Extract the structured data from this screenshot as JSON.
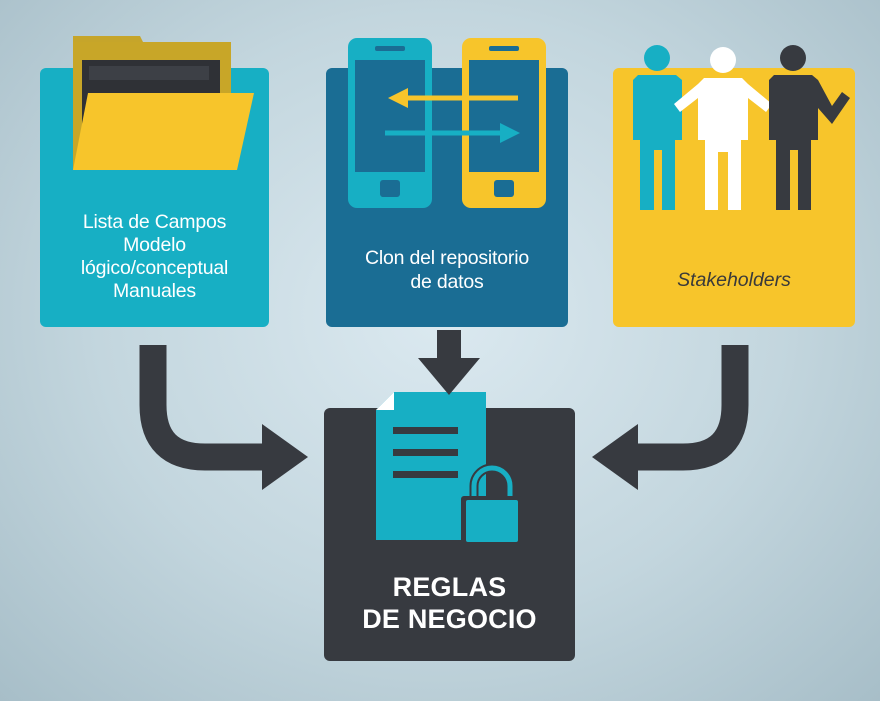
{
  "sources": {
    "fuentes": {
      "lines": [
        "Lista de Campos",
        "Modelo",
        "lógico/conceptual",
        "Manuales"
      ],
      "icon": "folder-icon",
      "color": "#17afc4"
    },
    "clon": {
      "lines": [
        "Clon del repositorio",
        "de datos"
      ],
      "icon": "phones-sync-icon",
      "color": "#1a6d94"
    },
    "stakeholders": {
      "label": "Stakeholders",
      "icon": "people-group-icon",
      "color": "#f7c52b"
    }
  },
  "target": {
    "lines": [
      "REGLAS",
      "DE NEGOCIO"
    ],
    "icon": "locked-document-icon",
    "color": "#373a40"
  },
  "colors": {
    "arrow": "#373a40",
    "teal": "#17afc4",
    "yellow": "#f7c52b",
    "white": "#ffffff"
  }
}
